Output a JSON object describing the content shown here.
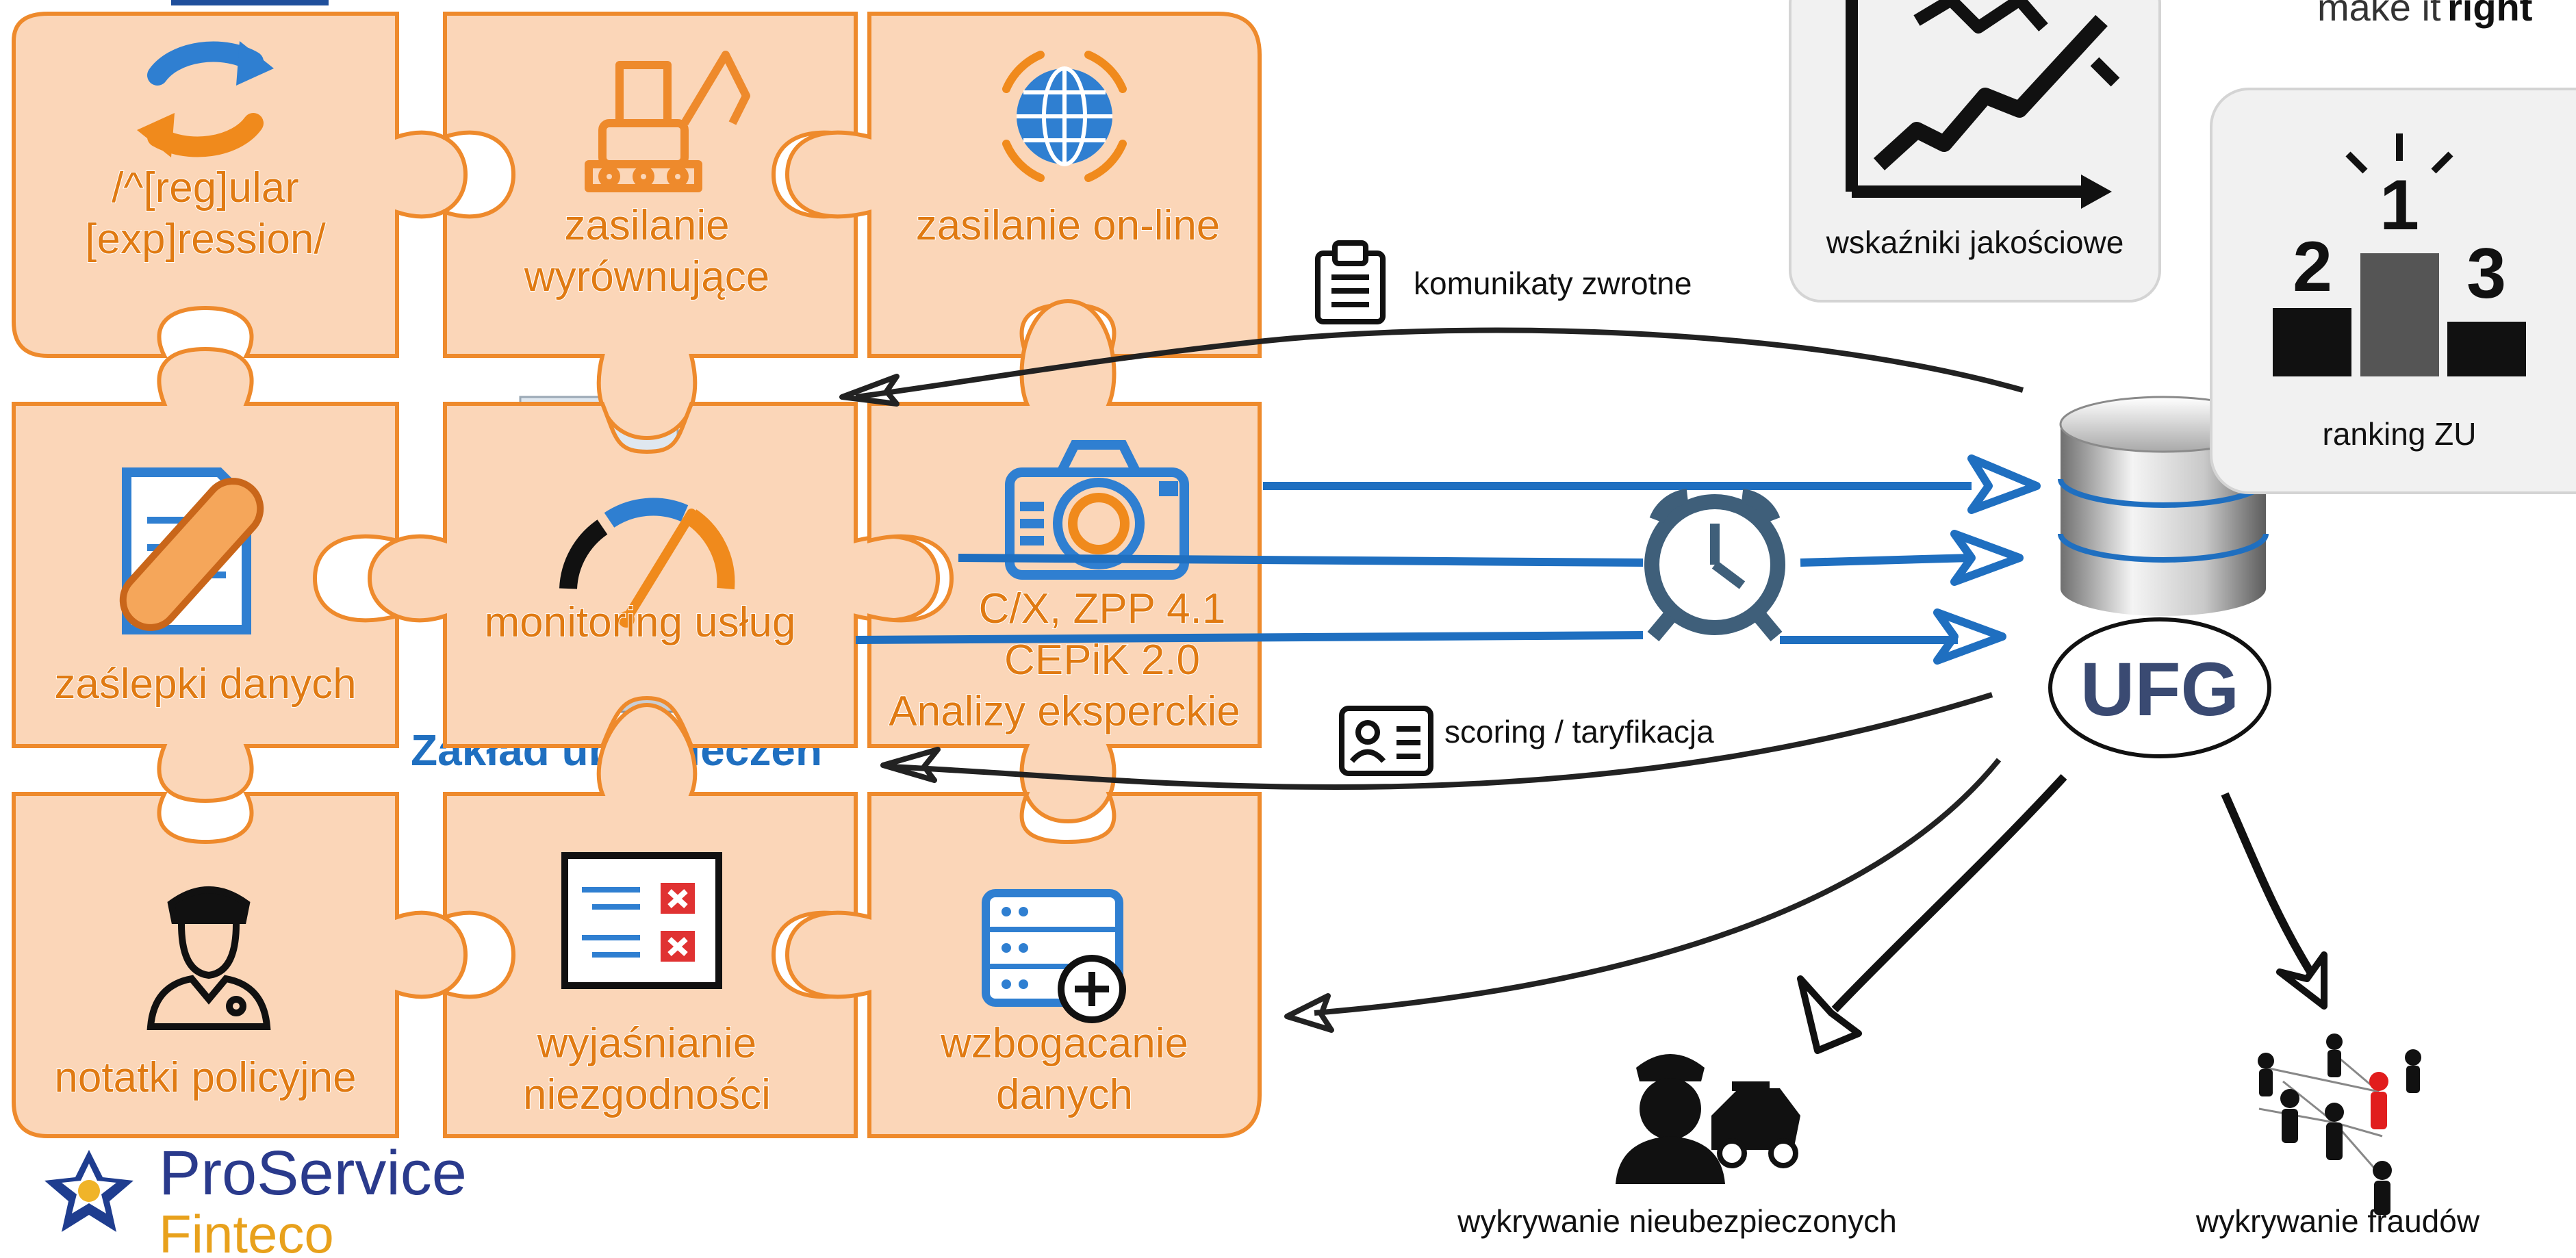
{
  "puzzle": {
    "regex": {
      "line1": "/^[reg]ular",
      "line2": "[exp]ression/"
    },
    "equalizing": {
      "line1": "zasilanie",
      "line2": "wyrównujące"
    },
    "online": {
      "line1": "zasilanie on-line"
    },
    "stubs": {
      "line1": "zaślepki danych"
    },
    "monitoring": {
      "line1": "monitoring usług"
    },
    "sources": {
      "line1": "C/X, ZPP 4.1",
      "line2": "CEPiK 2.0",
      "line3": "Analizy eksperckie"
    },
    "police_notes": {
      "line1": "notatki policyjne"
    },
    "discrepancies": {
      "line1": "wyjaśnianie",
      "line2": "niezgodności"
    },
    "enrichment": {
      "line1": "wzbogacanie",
      "line2": "danych"
    }
  },
  "behind_text": "Zakład ubezpieczeń",
  "flows": {
    "feedback_label": "komunikaty zwrotne",
    "scoring_label": "scoring / taryfikacja"
  },
  "cards": {
    "quality": {
      "label": "wskaźniki jakościowe"
    },
    "ranking": {
      "label": "ranking ZU",
      "places": [
        "2",
        "1",
        "3"
      ]
    }
  },
  "outputs": {
    "uninsured_label": "wykrywanie nieubezpieczonych",
    "fraud_label": "wykrywanie fraudów"
  },
  "logos": {
    "proservice_line1": "ProService",
    "proservice_line2": "Finteco",
    "ufg": "UFG",
    "makeitright_a": "make it",
    "makeitright_b": "right"
  },
  "colors": {
    "puzzle_fill": "#fbd6b8",
    "puzzle_stroke": "#ee8a2c",
    "puzzle_text": "#e07a12",
    "arrow_blue": "#1f6fc0",
    "card_bg": "#f1f1f1"
  },
  "icons": [
    "sync-icon",
    "excavator-icon",
    "globe-icon",
    "document-patch-icon",
    "gauge-icon",
    "camera-icon",
    "policeman-icon",
    "checklist-icon",
    "server-add-icon",
    "clipboard-icon",
    "id-card-icon",
    "alarm-clock-icon",
    "database-icon",
    "chart-icon",
    "podium-icon",
    "police-car-icon",
    "network-icon"
  ]
}
